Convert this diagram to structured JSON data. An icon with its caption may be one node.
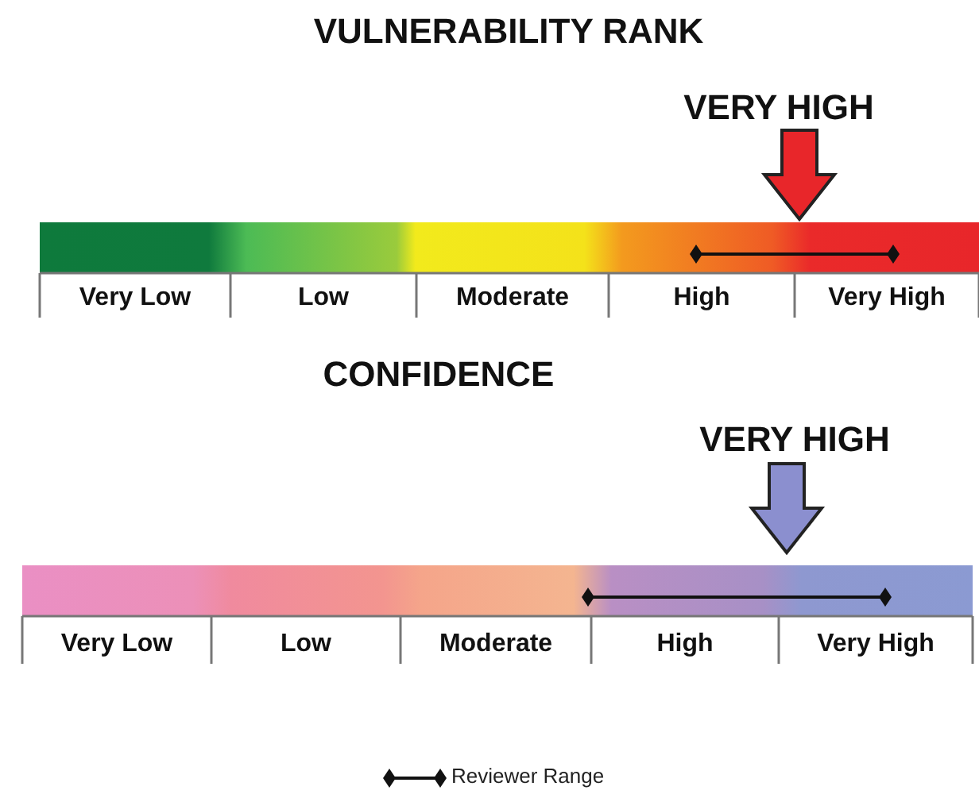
{
  "diagram": {
    "labels": [
      "VULNERABILITY RANK",
      "VERY HIGH",
      "Very Low",
      "Low",
      "Moderate",
      "High",
      "Very High",
      "CONFIDENCE",
      "VERY HIGH",
      "Very Low",
      "Low",
      "Moderate",
      "High",
      "Very High"
    ],
    "legend": [
      {
        "text": "Reviewer Range"
      }
    ]
  }
}
